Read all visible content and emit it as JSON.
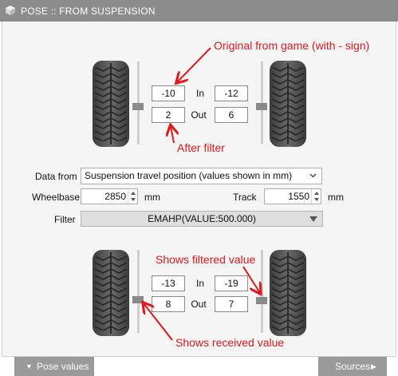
{
  "window": {
    "title": "POSE :: FROM SUSPENSION"
  },
  "top": {
    "in_left": "-10",
    "in_label": "In",
    "in_right": "-12",
    "out_left": "2",
    "out_label": "Out",
    "out_right": "6"
  },
  "settings": {
    "data_from_label": "Data from",
    "data_from_value": "Suspension travel position (values shown in mm)",
    "wheelbase_label": "Wheelbase",
    "wheelbase_value": "2850",
    "wheelbase_unit": "mm",
    "track_label": "Track",
    "track_value": "1550",
    "track_unit": "mm",
    "filter_label": "Filter",
    "filter_value": "EMAHP(VALUE:500.000)"
  },
  "bottom": {
    "in_left": "-13",
    "in_label": "In",
    "in_right": "-19",
    "out_left": "8",
    "out_label": "Out",
    "out_right": "7"
  },
  "annotations": {
    "original": "Original from game (with - sign)",
    "after_filter": "After filter",
    "filtered": "Shows filtered value",
    "received": "Shows received value"
  },
  "footer": {
    "pose_values": "Pose values",
    "sources": "Sources"
  },
  "colors": {
    "annotation": "#e0181c",
    "titlebar": "#8c8c8c"
  }
}
